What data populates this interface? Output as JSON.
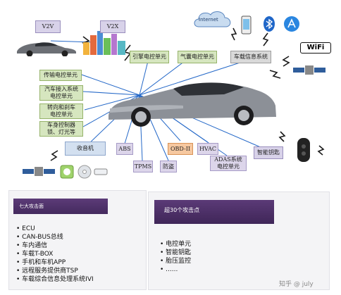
{
  "nodes": {
    "v2v": "V2V",
    "v2x": "V2X",
    "engine_ecu": "引擎电控单元",
    "airbag_ecu": "气囊电控单元",
    "telematics": "车载信息系统",
    "internet": "Internet",
    "wifi": "WiFi",
    "transmission_ecu": "传输电控单元",
    "vehicle_access": "汽车接入系统电控单元",
    "steering_brake": "转向和刹车电控单元",
    "body_control": "车身控制器锁、灯光等",
    "radio": "收音机",
    "abs": "ABS",
    "tpms": "TPMS",
    "immobilizer": "防盗",
    "obd": "OBD-II",
    "hvac": "HVAC",
    "adas": "ADAS系统电控单元",
    "smart_key": "智能钥匙"
  },
  "panels": {
    "left_title": "七大攻击面",
    "left_items": [
      "ECU",
      "CAN-BUS总线",
      "车内通信",
      "车载T-BOX",
      "手机和车机APP",
      "远程服务提供商TSP",
      "车载综合信息处理系统IVI"
    ],
    "right_title": "超30个攻击点",
    "right_items": [
      "电控单元",
      "智能钥匙",
      "胎压监控",
      "......"
    ]
  },
  "watermark": "知乎 @ july",
  "colors": {
    "panel_header": "#4b2f66",
    "orange": "#f6c8a0"
  }
}
